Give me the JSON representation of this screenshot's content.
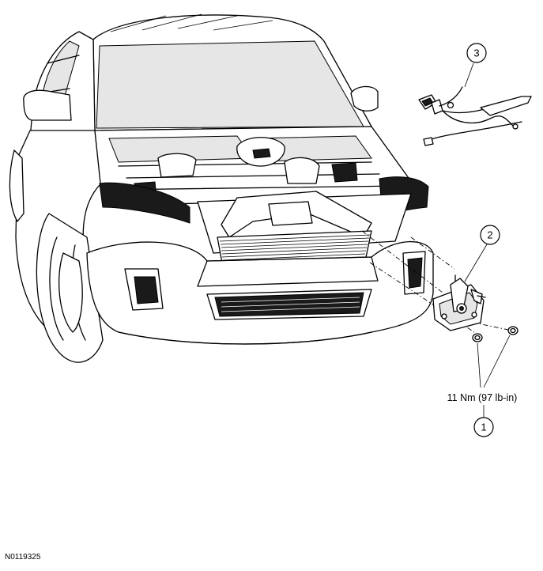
{
  "callouts": [
    {
      "id": "1",
      "label": "1"
    },
    {
      "id": "2",
      "label": "2"
    },
    {
      "id": "3",
      "label": "3"
    }
  ],
  "torque_spec": "11 Nm (97 lb-in)",
  "figure_ref": "N0119325",
  "icons": [
    "vehicle-front-illustration",
    "hood-latch-illustration",
    "release-cable-illustration",
    "bolt-illustration"
  ]
}
